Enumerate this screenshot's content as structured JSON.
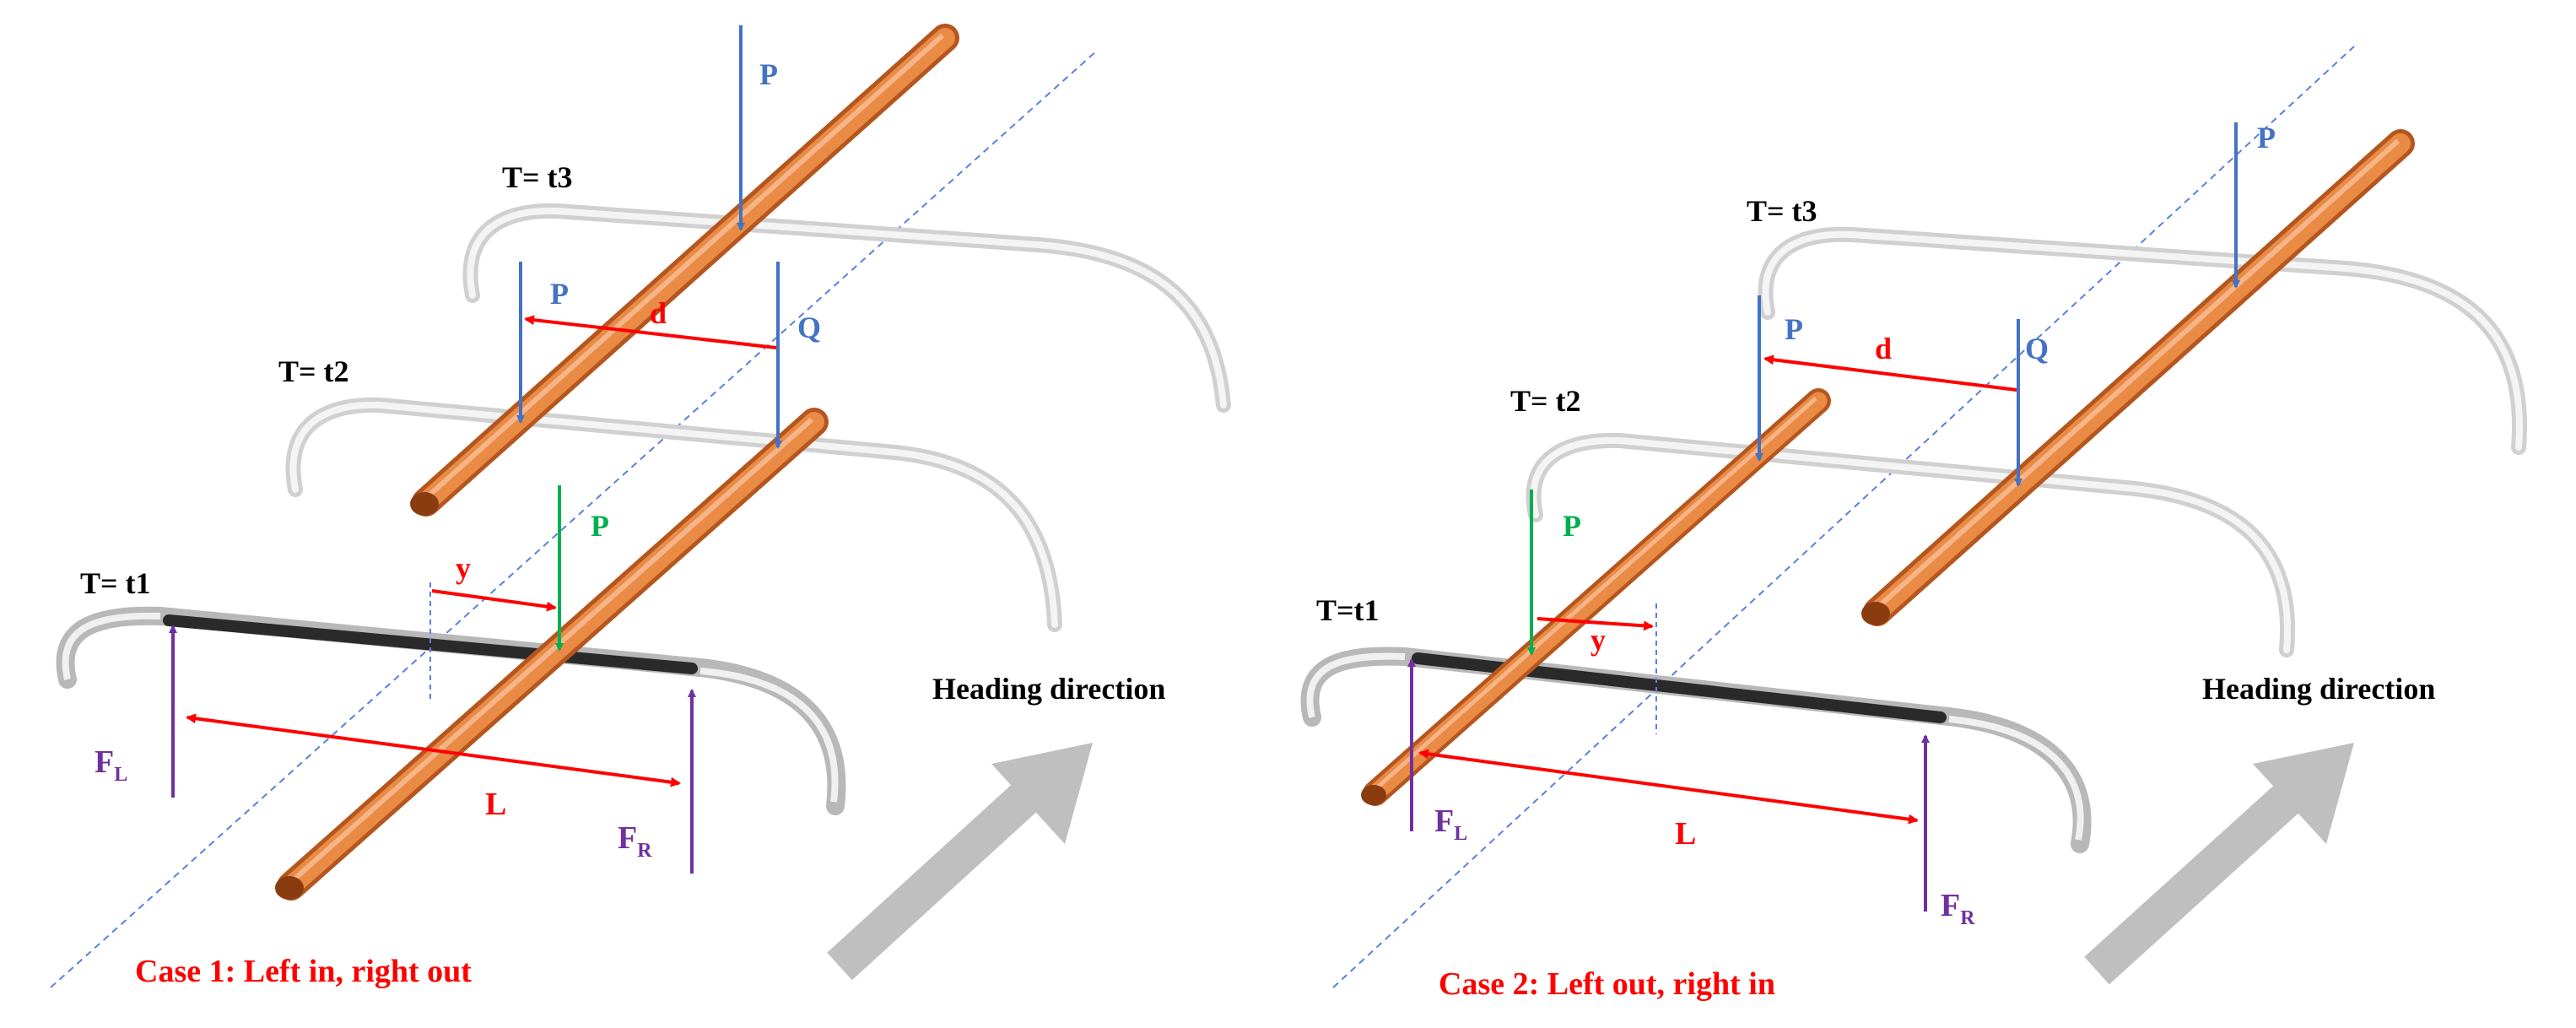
{
  "colors": {
    "force_blue": "#4472C4",
    "force_green": "#00B050",
    "support_purple": "#7030A0",
    "dimension_red": "#FF0000",
    "conductor_orange": "#E98A45",
    "conductor_dark": "#B4561E",
    "axis_blue": "#5B7FE0",
    "heading_arrow_gray": "#BFBFBF",
    "text_black": "#000000"
  },
  "case1": {
    "caption": "Case 1:  Left in, right out",
    "heading": "Heading direction",
    "time_t3": "T= t3",
    "time_t2": "T= t2",
    "time_t1": "T= t1",
    "P_top": "P",
    "P_mid": "P",
    "Q": "Q",
    "d": "d",
    "P_green": "P",
    "y": "y",
    "L": "L",
    "FL_main": "F",
    "FL_sub": "L",
    "FR_main": "F",
    "FR_sub": "R"
  },
  "case2": {
    "caption": "Case 2: Left out, right in",
    "heading": "Heading direction",
    "time_t3": "T= t3",
    "time_t2": "T= t2",
    "time_t1": "T=t1",
    "P_top": "P",
    "P_mid": "P",
    "Q": "Q",
    "d": "d",
    "P_green": "P",
    "y": "y",
    "L": "L",
    "FL_main": "F",
    "FL_sub": "L",
    "FR_main": "F",
    "FR_sub": "R"
  }
}
